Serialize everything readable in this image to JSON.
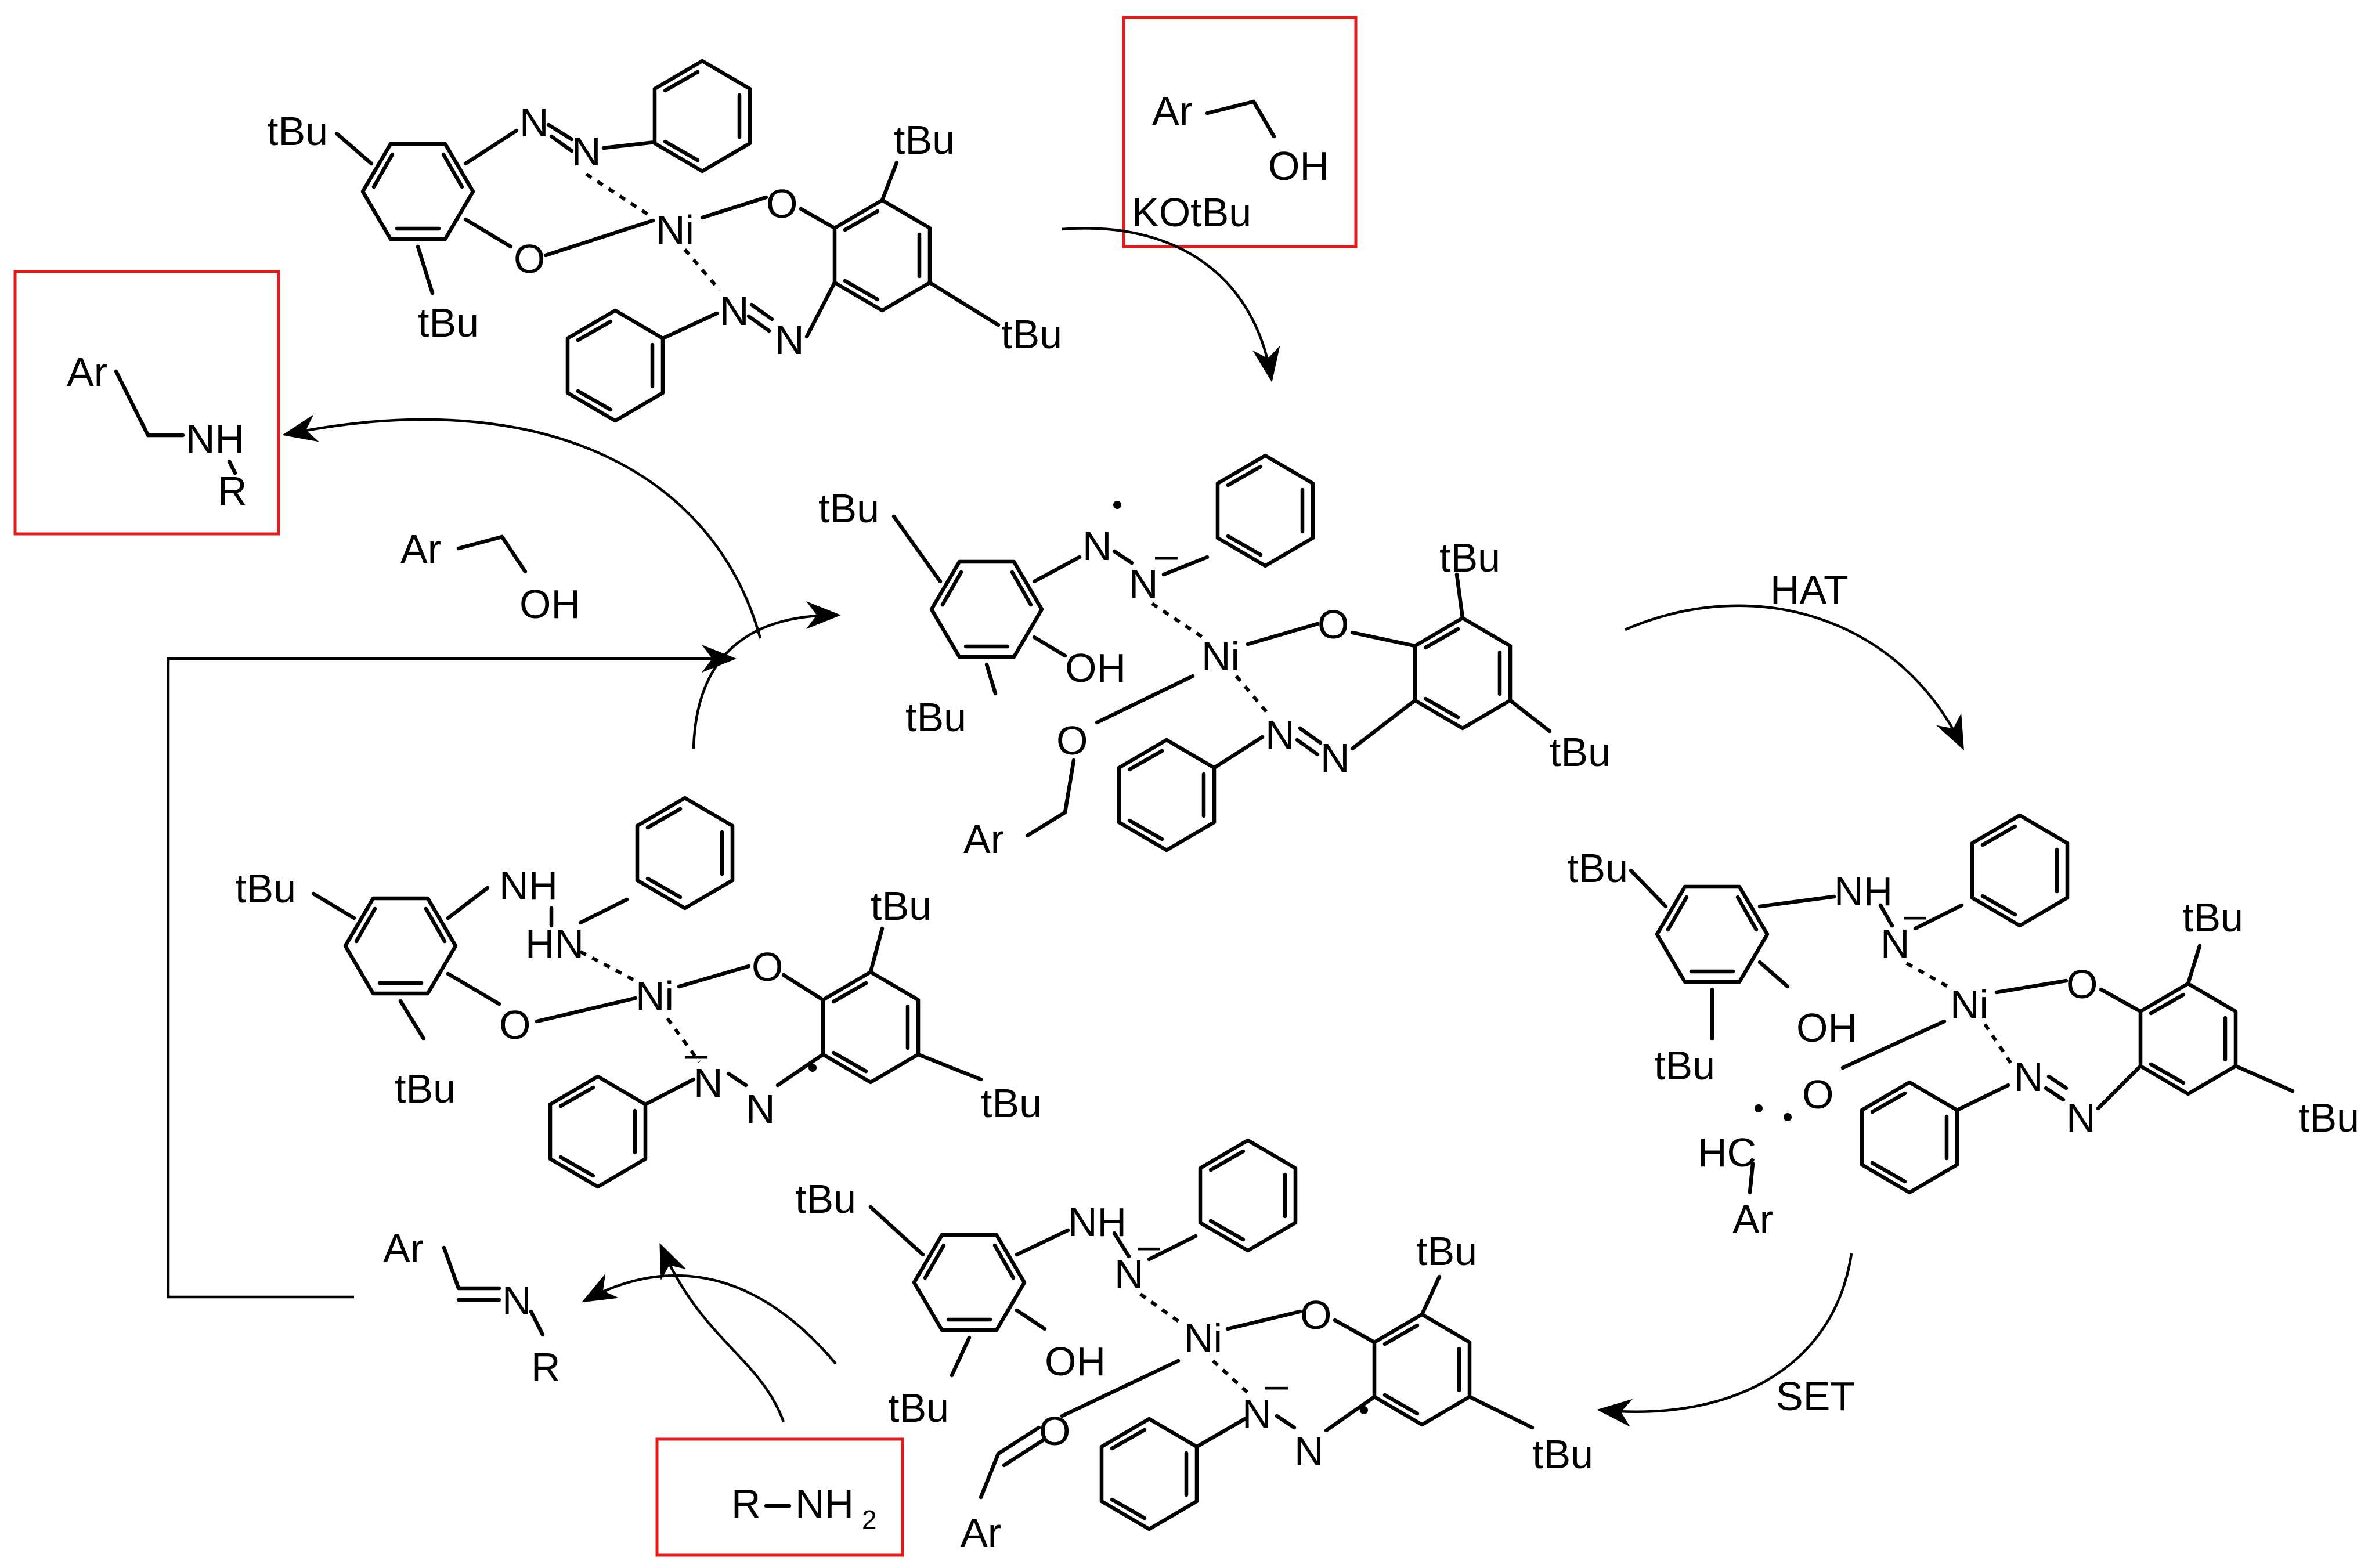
{
  "colors": {
    "box": "#e31a1a",
    "ink": "#000000",
    "background": "#ffffff"
  },
  "labels": {
    "tbu": "tBu",
    "ni": "Ni",
    "o": "O",
    "oh": "OH",
    "n": "N",
    "nh": "NH",
    "hn": "HN",
    "ar": "Ar",
    "hc": "HC",
    "r": "R",
    "minus": "–"
  },
  "reagents": {
    "alcohol_ar": "Ar",
    "alcohol_oh": "OH",
    "base": "KOtBu",
    "amine_r": "R",
    "amine_nh": "NH",
    "amine_sub": "2"
  },
  "products": {
    "amine_ar": "Ar",
    "amine_nh": "NH",
    "amine_r": "R",
    "imine_ar": "Ar",
    "imine_n": "N",
    "imine_r": "R"
  },
  "steps": {
    "hat": "HAT",
    "set": "SET"
  }
}
